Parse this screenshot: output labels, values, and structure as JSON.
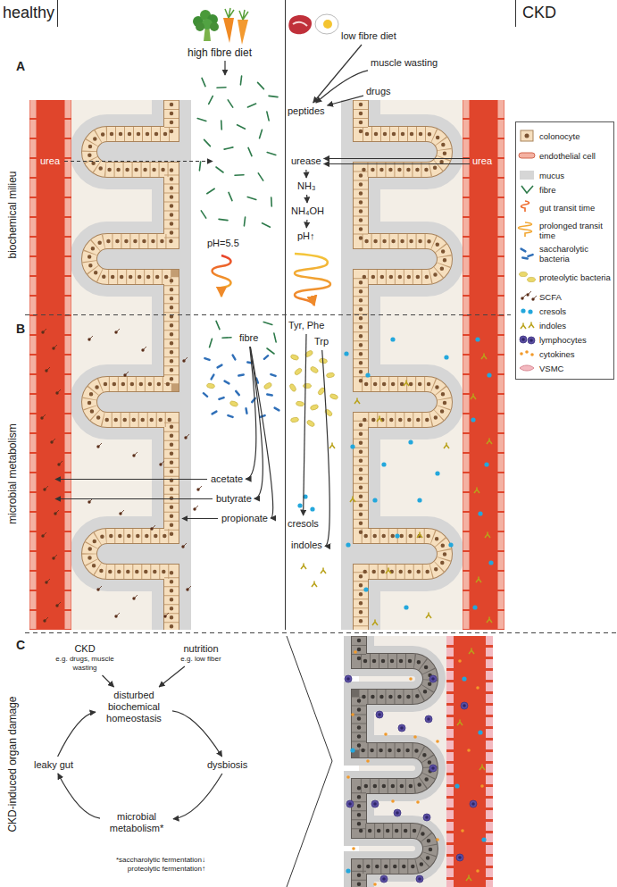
{
  "diagram": {
    "nodes": [
      {
        "text": [
          "low fibre diet"
        ]
      },
      {
        "text": [
          "muscle wasting"
        ]
      },
      {
        "text": [
          "drugs"
        ]
      },
      {
        "text": [
          "peptides"
        ]
      },
      {
        "text": [
          "urease"
        ]
      },
      {
        "text": [
          "urea"
        ]
      },
      {
        "text": [
          "NH₃"
        ]
      },
      {
        "text": [
          "NH₄OH"
        ]
      },
      {
        "text": [
          "pH↑"
        ]
      },
      {
        "text": [
          "fibre"
        ]
      },
      {
        "text": [
          "Tyr, Phe"
        ]
      },
      {
        "text": [
          "Trp"
        ]
      },
      {
        "text": [
          "acetate"
        ]
      },
      {
        "text": [
          "butyrate"
        ]
      },
      {
        "text": [
          "propionate"
        ]
      },
      {
        "text": [
          "cresols"
        ]
      },
      {
        "text": [
          "indoles"
        ]
      },
      {
        "text": [
          "CKD",
          "e.g. drugs, muscle wasting"
        ]
      },
      {
        "text": [
          "nutrition",
          "e.g. low fiber"
        ]
      },
      {
        "text": [
          "disturbed biochemical homeostasis"
        ]
      },
      {
        "text": [
          "dysbiosis"
        ]
      },
      {
        "text": [
          "microbial metabolism*"
        ]
      },
      {
        "text": [
          "leaky gut"
        ]
      }
    ],
    "edges": [
      {
        "from": 0,
        "to": 3,
        "arrow": "to"
      },
      {
        "from": 1,
        "to": 3,
        "arrow": "to"
      },
      {
        "from": 2,
        "to": 3,
        "arrow": "to"
      },
      {
        "from": 5,
        "to": 4,
        "arrow": "to"
      },
      {
        "from": 5,
        "to": 4,
        "arrow": "to"
      },
      {
        "from": 4,
        "to": 6,
        "arrow": "to"
      },
      {
        "from": 6,
        "to": 7,
        "arrow": "to"
      },
      {
        "from": 7,
        "to": 8,
        "arrow": "to"
      },
      {
        "from": 9,
        "to": 12,
        "arrow": "to"
      },
      {
        "from": 9,
        "to": 13,
        "arrow": "to"
      },
      {
        "from": 9,
        "to": 14,
        "arrow": "to"
      },
      {
        "from": 10,
        "to": 15,
        "arrow": "to"
      },
      {
        "from": 11,
        "to": 16,
        "arrow": "to"
      },
      {
        "from": 17,
        "to": 19,
        "arrow": "to"
      },
      {
        "from": 18,
        "to": 19,
        "arrow": "to"
      },
      {
        "from": 19,
        "to": 20,
        "arrow": "to"
      },
      {
        "from": 20,
        "to": 21,
        "arrow": "to"
      },
      {
        "from": 21,
        "to": 22,
        "arrow": "to"
      },
      {
        "from": 22,
        "to": 19,
        "arrow": "to"
      }
    ],
    "labels": [
      "healthy",
      "CKD",
      "A",
      "biochemical milieu",
      "high fibre diet",
      "urea",
      "pH=5.5",
      "B",
      "microbial metabolism",
      "C",
      "CKD-induced organ damage",
      "*saccharolytic fermentation↓ proteolytic fermentation↑"
    ],
    "legend": [
      {
        "text": "colonocyte"
      },
      {
        "text": "endothelial cell"
      },
      {
        "text": "mucus",
        "color": "#d6d6d6"
      },
      {
        "text": "fibre"
      },
      {
        "text": "gut transit time"
      },
      {
        "text": "prolonged transit time"
      },
      {
        "text": "saccharolytic bacteria"
      },
      {
        "text": "proteolytic bacteria"
      },
      {
        "text": "SCFA"
      },
      {
        "text": "cresols"
      },
      {
        "text": "indoles"
      },
      {
        "text": "lymphocytes"
      },
      {
        "text": "cytokines"
      },
      {
        "text": "VSMC"
      }
    ]
  }
}
